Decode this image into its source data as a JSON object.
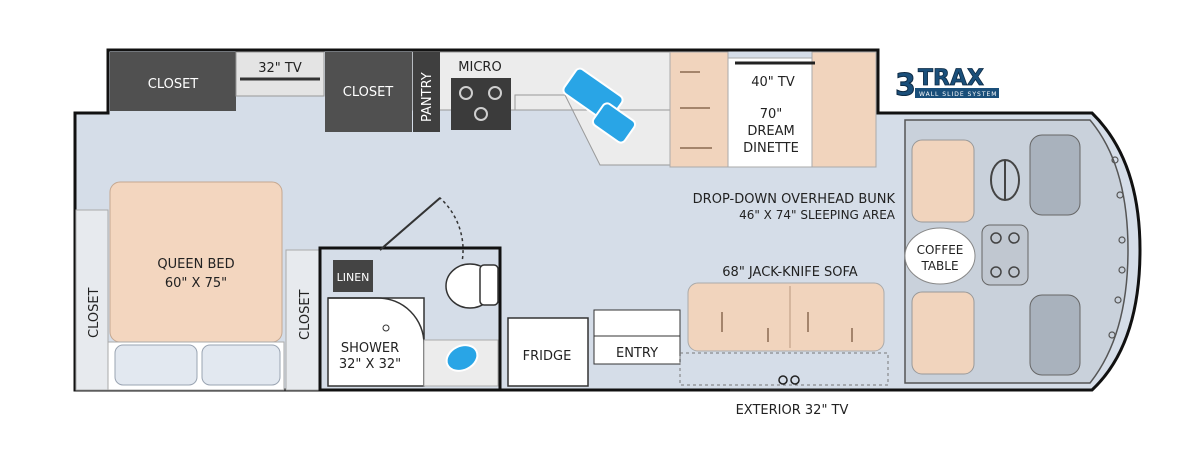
{
  "logo": {
    "mark": "3",
    "word": "TRAX",
    "tagline": "WALL SLIDE SYSTEM",
    "color": "#1a4f7a"
  },
  "colors": {
    "floor": "#d5dde8",
    "bed": "#f3d6bf",
    "furniture": "#f1d4bd",
    "cabinet": "#505050",
    "counter": "#ececec",
    "appliance": "#3b3b3b",
    "sink": "#29a5e6",
    "wall": "#111111"
  },
  "labels": {
    "closet_top_left": "CLOSET",
    "tv_top": "32\" TV",
    "closet_top_mid": "CLOSET",
    "pantry": "PANTRY",
    "micro": "MICRO",
    "dinette_tv": "40\" TV",
    "dinette_line1": "70\"",
    "dinette_line2": "DREAM",
    "dinette_line3": "DINETTE",
    "bunk_line1": "DROP-DOWN OVERHEAD BUNK",
    "bunk_line2": "46\" X 74\" SLEEPING AREA",
    "queen_line1": "QUEEN BED",
    "queen_line2": "60\" X 75\"",
    "closet_left": "CLOSET",
    "closet_bed_side": "CLOSET",
    "linen": "LINEN",
    "shower_line1": "SHOWER",
    "shower_line2": "32\" X 32\"",
    "fridge": "FRIDGE",
    "entry": "ENTRY",
    "sofa": "68\" JACK-KNIFE SOFA",
    "coffee_line1": "COFFEE",
    "coffee_line2": "TABLE",
    "exterior_tv": "EXTERIOR 32\" TV"
  }
}
